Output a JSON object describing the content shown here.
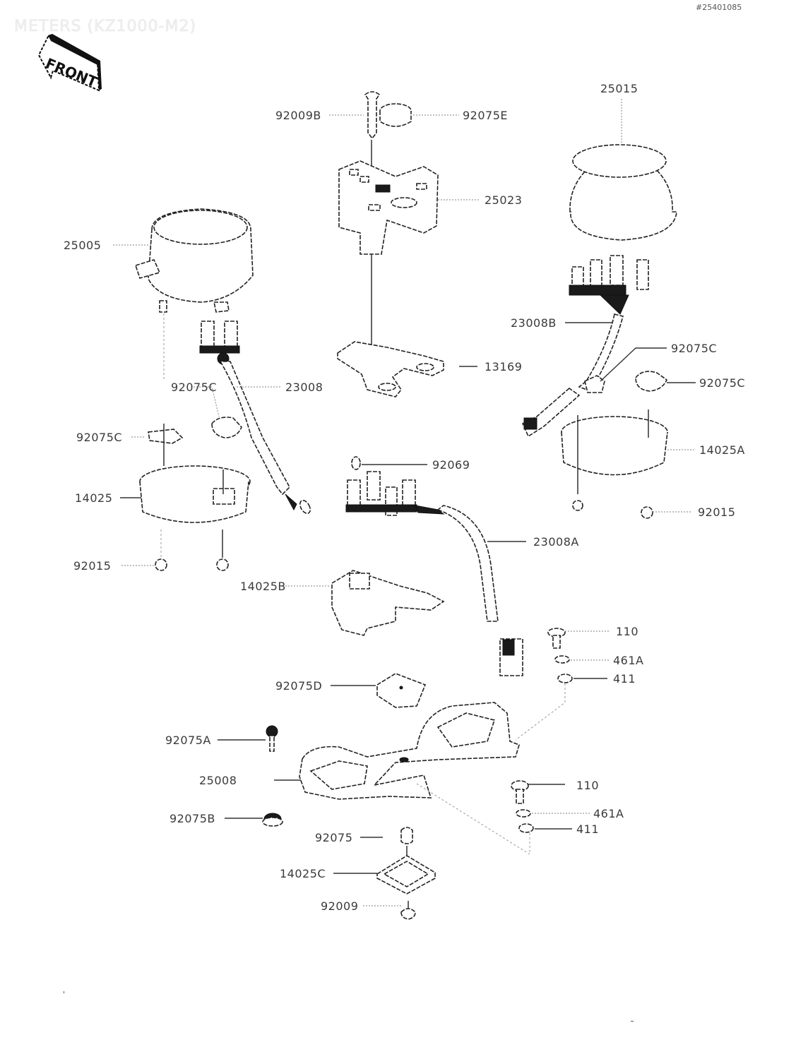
{
  "header": {
    "title": "METERS (KZ1000-M2)",
    "reference_code": "#25401085",
    "front_indicator": "FRONT"
  },
  "parts": [
    {
      "id": "92009B",
      "label": "92009B",
      "description": "screw"
    },
    {
      "id": "92075E",
      "label": "92075E",
      "description": "damper"
    },
    {
      "id": "25023",
      "label": "25023",
      "description": "indicator housing"
    },
    {
      "id": "25015",
      "label": "25015",
      "description": "tachometer"
    },
    {
      "id": "25005",
      "label": "25005",
      "description": "speedometer"
    },
    {
      "id": "23008B",
      "label": "23008B",
      "description": "socket assembly"
    },
    {
      "id": "92075C-right-upper",
      "label": "92075C",
      "description": "damper"
    },
    {
      "id": "13169",
      "label": "13169",
      "description": "bracket"
    },
    {
      "id": "92075C-right",
      "label": "92075C",
      "description": "damper"
    },
    {
      "id": "92075C-left-upper",
      "label": "92075C",
      "description": "damper"
    },
    {
      "id": "23008",
      "label": "23008",
      "description": "socket assembly"
    },
    {
      "id": "92075C-left",
      "label": "92075C",
      "description": "damper"
    },
    {
      "id": "14025A",
      "label": "14025A",
      "description": "cover"
    },
    {
      "id": "92069",
      "label": "92069",
      "description": "bulb"
    },
    {
      "id": "14025",
      "label": "14025",
      "description": "cover"
    },
    {
      "id": "92015-right",
      "label": "92015",
      "description": "nut"
    },
    {
      "id": "23008A",
      "label": "23008A",
      "description": "socket assembly"
    },
    {
      "id": "92015-left",
      "label": "92015",
      "description": "nut"
    },
    {
      "id": "14025B",
      "label": "14025B",
      "description": "cover"
    },
    {
      "id": "110-upper",
      "label": "110",
      "description": "bolt"
    },
    {
      "id": "461A-upper",
      "label": "461A",
      "description": "lock washer"
    },
    {
      "id": "411-upper",
      "label": "411",
      "description": "washer"
    },
    {
      "id": "92075D",
      "label": "92075D",
      "description": "damper"
    },
    {
      "id": "92075A",
      "label": "92075A",
      "description": "damper"
    },
    {
      "id": "25008",
      "label": "25008",
      "description": "meter bracket"
    },
    {
      "id": "110-lower",
      "label": "110",
      "description": "bolt"
    },
    {
      "id": "461A-lower",
      "label": "461A",
      "description": "lock washer"
    },
    {
      "id": "92075B",
      "label": "92075B",
      "description": "damper"
    },
    {
      "id": "411-lower",
      "label": "411",
      "description": "washer"
    },
    {
      "id": "92075",
      "label": "92075",
      "description": "damper"
    },
    {
      "id": "14025C",
      "label": "14025C",
      "description": "cover"
    },
    {
      "id": "92009",
      "label": "92009",
      "description": "screw"
    }
  ]
}
